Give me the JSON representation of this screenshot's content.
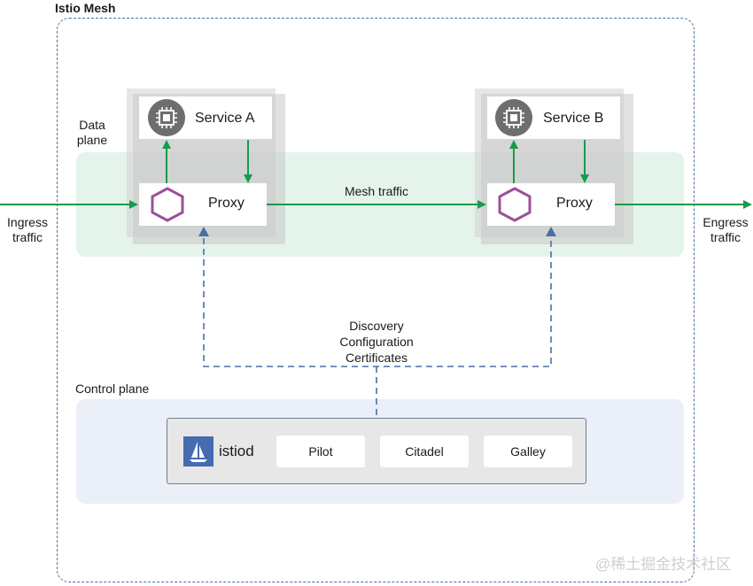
{
  "mesh": {
    "title": "Istio Mesh"
  },
  "data_plane": {
    "label_line1": "Data",
    "label_line2": "plane"
  },
  "control_plane": {
    "label": "Control plane"
  },
  "service_a": {
    "name": "Service A",
    "proxy": "Proxy"
  },
  "service_b": {
    "name": "Service B",
    "proxy": "Proxy"
  },
  "traffic": {
    "ingress_line1": "Ingress",
    "ingress_line2": "traffic",
    "egress_line1": "Engress",
    "egress_line2": "traffic",
    "mesh": "Mesh traffic"
  },
  "config": {
    "line1": "Discovery",
    "line2": "Configuration",
    "line3": "Certificates"
  },
  "istiod": {
    "name": "istiod",
    "components": [
      "Pilot",
      "Citadel",
      "Galley"
    ]
  },
  "watermark": "@稀土掘金技术社区",
  "colors": {
    "traffic_arrow": "#1a9a4a",
    "control_arrow": "#4a6fa5",
    "proxy_hexagon": "#9c4f9b",
    "chip_icon_bg": "#6e6e6e",
    "istiod_logo": "#466bb0"
  },
  "icons": [
    "chip-icon",
    "hexagon-icon",
    "sailboat-icon"
  ]
}
